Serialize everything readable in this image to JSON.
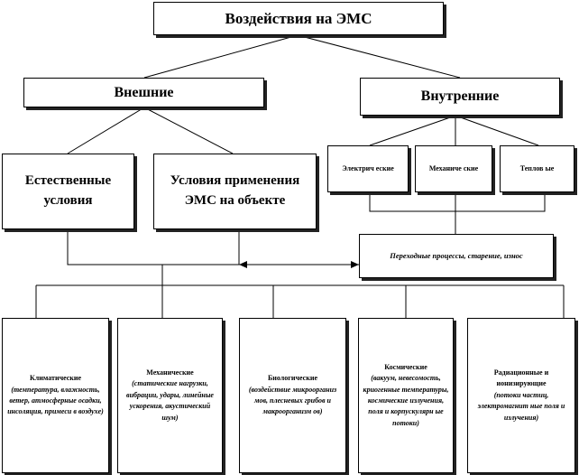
{
  "root": {
    "label": "Воздействия на ЭМС"
  },
  "external": {
    "label": "Внешние",
    "natural": "Естественные условия",
    "application": "Условия применения ЭМС на объекте"
  },
  "internal": {
    "label": "Внутренние",
    "electrical": "Электрич еские",
    "mechanical": "Механиче ские",
    "thermal": "Теплов ые",
    "processes": "Переходные процессы, старение, износ"
  },
  "leaves": [
    {
      "head": "Климатические",
      "body": "(температура, влажность, ветер, атмосферные осадки, инсоляция, примеси в воздухе)"
    },
    {
      "head": "Механические",
      "body": "(статические нагрузки, вибрации, удары, линейные ускорения, акустический шум)"
    },
    {
      "head": "Биологические",
      "body": "(воздействие микроорганиз мов, плесневых грибов и макроорганизм ов)"
    },
    {
      "head": "Космические",
      "body": "(вакуум, невесомость, криогенные температуры, космические излучения, поля и корпускулярн ые потоки)"
    },
    {
      "head": "Радиационные и ионизирующие",
      "body": "(потоки частиц, электромагнит ные поля и излучения)"
    }
  ]
}
